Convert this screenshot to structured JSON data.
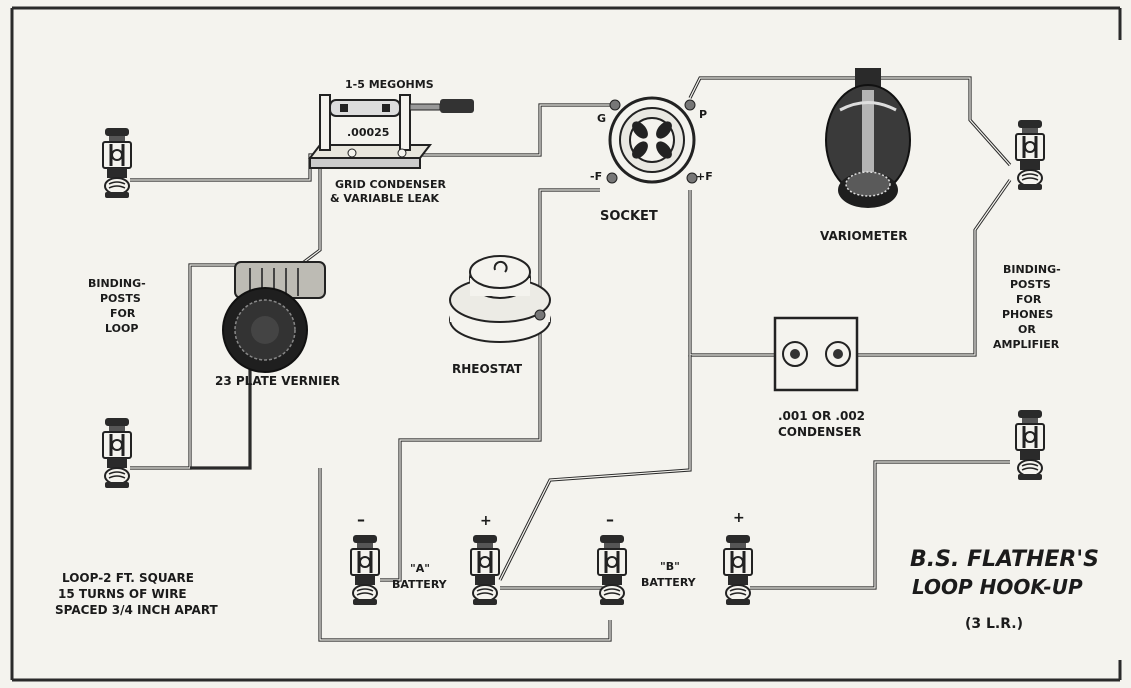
{
  "labels": {
    "megohms": "1-5 MEGOHMS",
    "cap_value": ".00025",
    "grid_condenser_1": "GRID CONDENSER",
    "grid_condenser_2": "& VARIABLE LEAK",
    "socket": "SOCKET",
    "terminal_g": "G",
    "terminal_p": "P",
    "terminal_neg_f": "-F",
    "terminal_pos_f": "+F",
    "variometer": "VARIOMETER",
    "loop_posts": [
      "BINDING-",
      "POSTS",
      "FOR",
      "LOOP"
    ],
    "phones_posts": [
      "BINDING-",
      "POSTS",
      "FOR",
      "PHONES",
      "OR",
      "AMPLIFIER"
    ],
    "vernier": "23 PLATE VERNIER",
    "rheostat": "RHEOSTAT",
    "condenser_1": ".001 OR .002",
    "condenser_2": "CONDENSER",
    "a_battery_letter": "\"A\"",
    "a_battery_word": "BATTERY",
    "b_battery_letter": "\"B\"",
    "b_battery_word": "BATTERY",
    "minus_1": "–",
    "plus_1": "+",
    "minus_2": "–",
    "plus_2": "+",
    "loop_note": [
      "LOOP-2 FT. SQUARE",
      "15 TURNS OF WIRE",
      "SPACED 3/4 INCH APART"
    ],
    "title_1": "B.S. FLATHER'S",
    "title_2": "LOOP HOOK-UP",
    "title_3": "(3 L.R.)"
  }
}
